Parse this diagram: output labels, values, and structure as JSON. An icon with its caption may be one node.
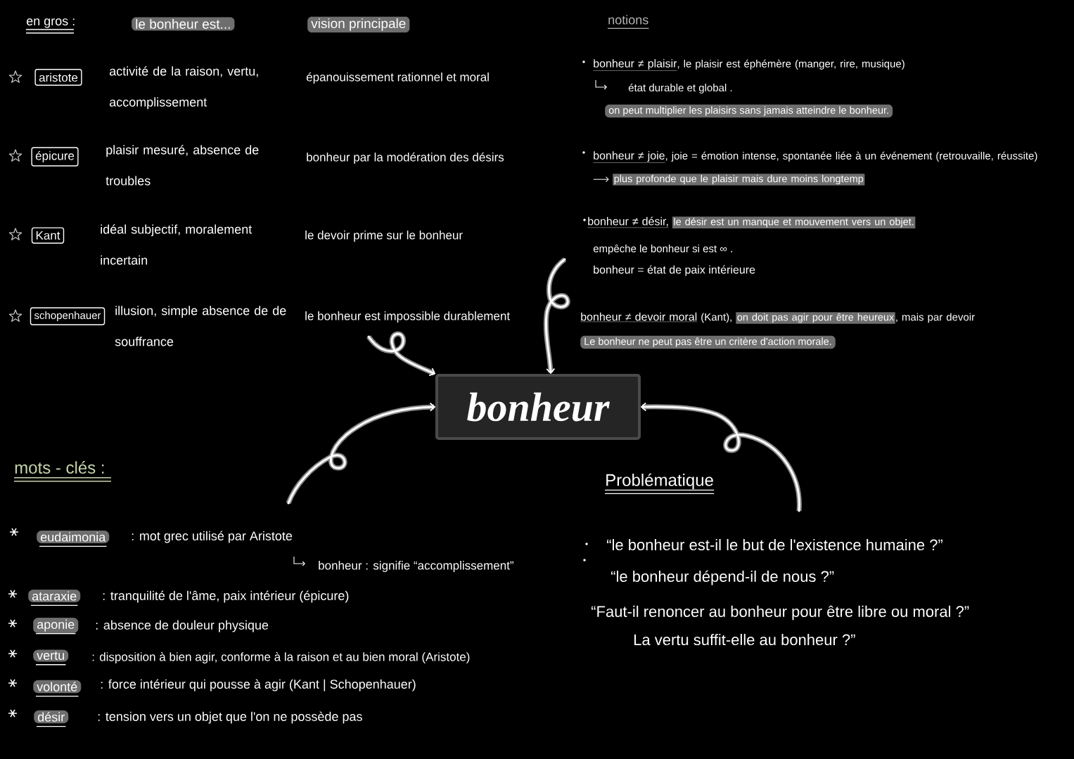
{
  "diagram": {
    "nodes": [
      {
        "text": [
          "aristote"
        ],
        "beside": [
          "activité de la raison, vertu, accomplissement"
        ]
      },
      {
        "text": [
          "épicure"
        ],
        "beside": [
          "plaisir mesuré, absence de troubles"
        ]
      },
      {
        "text": [
          "Kant"
        ],
        "beside": [
          "idéal subjectif, moralement incertain"
        ]
      },
      {
        "text": [
          "schopenhauer"
        ],
        "beside": [
          "illusion, simple absence de de souffrance"
        ]
      },
      {
        "text": [
          "bonheur"
        ]
      }
    ],
    "edges": [
      {
        "from": null,
        "to": 4,
        "arrow": "to"
      },
      {
        "from": null,
        "to": 4,
        "arrow": "to"
      },
      {
        "from": null,
        "to": 4,
        "arrow": "to"
      },
      {
        "from": null,
        "to": 4,
        "arrow": "to"
      }
    ],
    "labels": [
      "en gros :",
      "le bonheur est...",
      "vision principale",
      "notions",
      "épanouissement rationnel et moral",
      "bonheur par la modération des désirs",
      "le devoir prime sur le bonheur",
      "le bonheur est impossible durablement",
      "bonheur ≠ plaisir",
      ", le plaisir est éphémère (manger, rire, musique)",
      "état durable et global .",
      "on peut multiplier les plaisirs sans jamais atteindre le bonheur.",
      "bonheur ≠ joie",
      ", joie = émotion intense, spontanée liée à un événement (retrouvaille, réussite)",
      "plus profonde que le plaisir mais dure moins longtemp",
      "bonheur ≠ désir,",
      "le désir est un manque et mouvement vers un objet.",
      "empêche le bonheur si est ∞ .",
      "bonheur = état de paix intérieure",
      "bonheur ≠ devoir moral",
      "(Kant),",
      "on doit pas agir pour être heureux",
      ", mais par devoir",
      "Le bonheur ne peut pas être un critère d'action morale.",
      "mots - clés :",
      "eudaimonia",
      ": mot grec utilisé par Aristote",
      "bonheur : signifie “accomplissement”",
      "ataraxie",
      ": tranquilité de l'âme, paix intérieur (épicure)",
      "aponie",
      ": absence de douleur physique",
      "vertu",
      ": disposition à bien agir, conforme à la raison et au bien moral (Aristote)",
      "volonté",
      ": force intérieur qui pousse à agir (Kant | Schopenhauer)",
      "désir",
      ": tension vers un objet que l'on ne possède pas",
      "Problématique",
      "“le bonheur est-il le but de l'existence humaine ?”",
      "“le bonheur dépend-il de nous ?”",
      "“Faut-il renoncer au bonheur pour être libre ou moral ?”",
      "La vertu suffit-elle au bonheur ?”"
    ]
  }
}
